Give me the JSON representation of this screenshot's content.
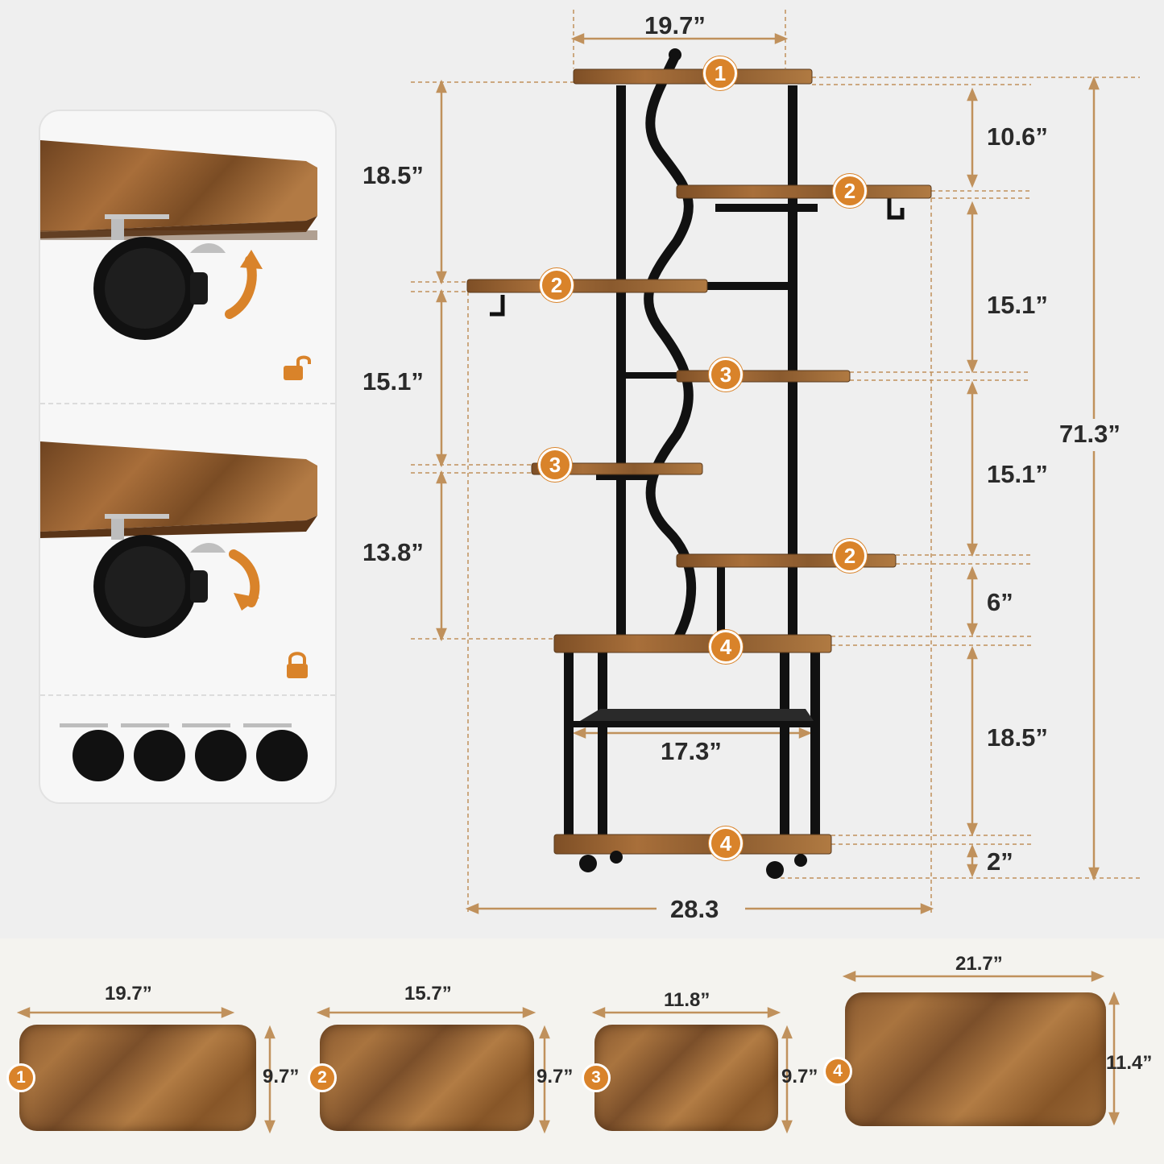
{
  "colors": {
    "accent": "#d9832a",
    "wood": "#9a6434",
    "frame": "#111111",
    "background": "#efefef"
  },
  "dimensions": {
    "top_width": "19.7”",
    "left_18_5": "18.5”",
    "left_15_1": "15.1”",
    "left_13_8": "13.8”",
    "right_10_6": "10.6”",
    "right_15_1_a": "15.1”",
    "right_15_1_b": "15.1”",
    "right_6": "6”",
    "right_18_5": "18.5”",
    "right_2": "2”",
    "total_height": "71.3”",
    "inner_width": "17.3”",
    "overall_width": "28.3"
  },
  "shelf_badges": {
    "s1": "1",
    "s2a": "2",
    "s2b": "2",
    "s3a": "3",
    "s3b": "3",
    "s2c": "2",
    "s4a": "4",
    "s4b": "4"
  },
  "caster_panel": {
    "icons": [
      "unlock-icon",
      "lock-icon"
    ]
  },
  "boards": [
    {
      "num": "1",
      "width": "19.7”",
      "depth": "9.7”"
    },
    {
      "num": "2",
      "width": "15.7”",
      "depth": "9.7”"
    },
    {
      "num": "3",
      "width": "11.8”",
      "depth": "9.7”"
    },
    {
      "num": "4",
      "width": "21.7”",
      "depth": "11.4”"
    }
  ]
}
